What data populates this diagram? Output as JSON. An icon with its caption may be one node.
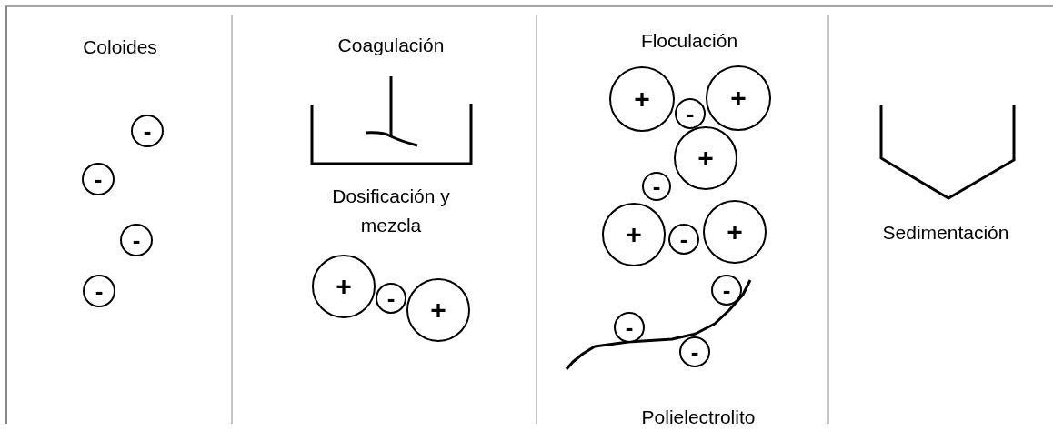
{
  "diagram": {
    "nodes": [
      {
        "text": [
          "-"
        ]
      },
      {
        "text": [
          "-"
        ]
      },
      {
        "text": [
          "-"
        ]
      },
      {
        "text": [
          "-"
        ]
      },
      {
        "text": [
          "+"
        ]
      },
      {
        "text": [
          "-"
        ]
      },
      {
        "text": [
          "+"
        ]
      },
      {
        "text": [
          "+"
        ]
      },
      {
        "text": [
          "-"
        ]
      },
      {
        "text": [
          "+"
        ]
      },
      {
        "text": [
          "+"
        ]
      },
      {
        "text": [
          "-"
        ]
      },
      {
        "text": [
          "+"
        ]
      },
      {
        "text": [
          "-"
        ]
      },
      {
        "text": [
          "+"
        ]
      },
      {
        "text": [
          "-"
        ]
      },
      {
        "text": [
          "-"
        ]
      },
      {
        "text": [
          "-"
        ]
      }
    ],
    "labels": [
      "Coloides",
      "Coagulación",
      "Dosificación y mezcla",
      "Floculación",
      "Polielectrolito",
      "Sedimentación"
    ]
  }
}
